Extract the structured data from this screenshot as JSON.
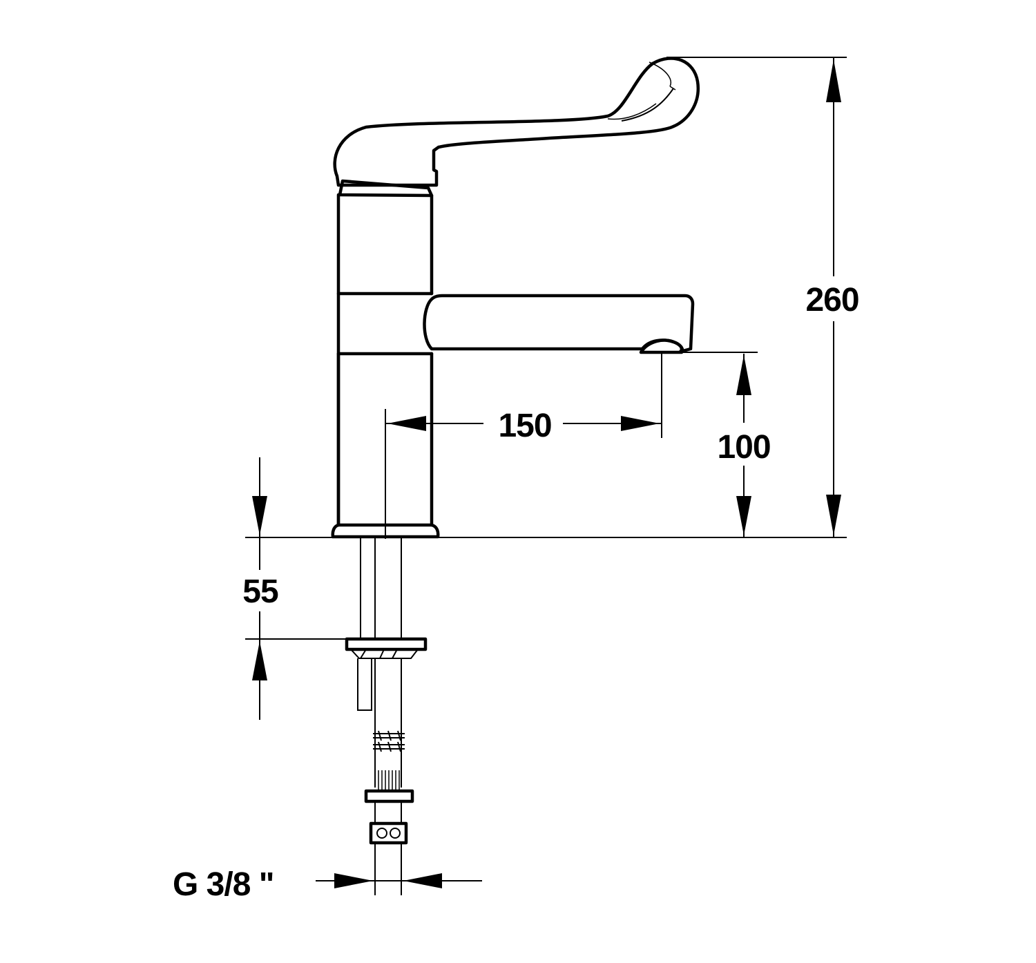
{
  "drawing": {
    "dimensions": {
      "total_height": "260",
      "spout_height": "100",
      "spout_reach": "150",
      "below_deck": "55",
      "connection_thread": "G 3/8 \""
    }
  }
}
